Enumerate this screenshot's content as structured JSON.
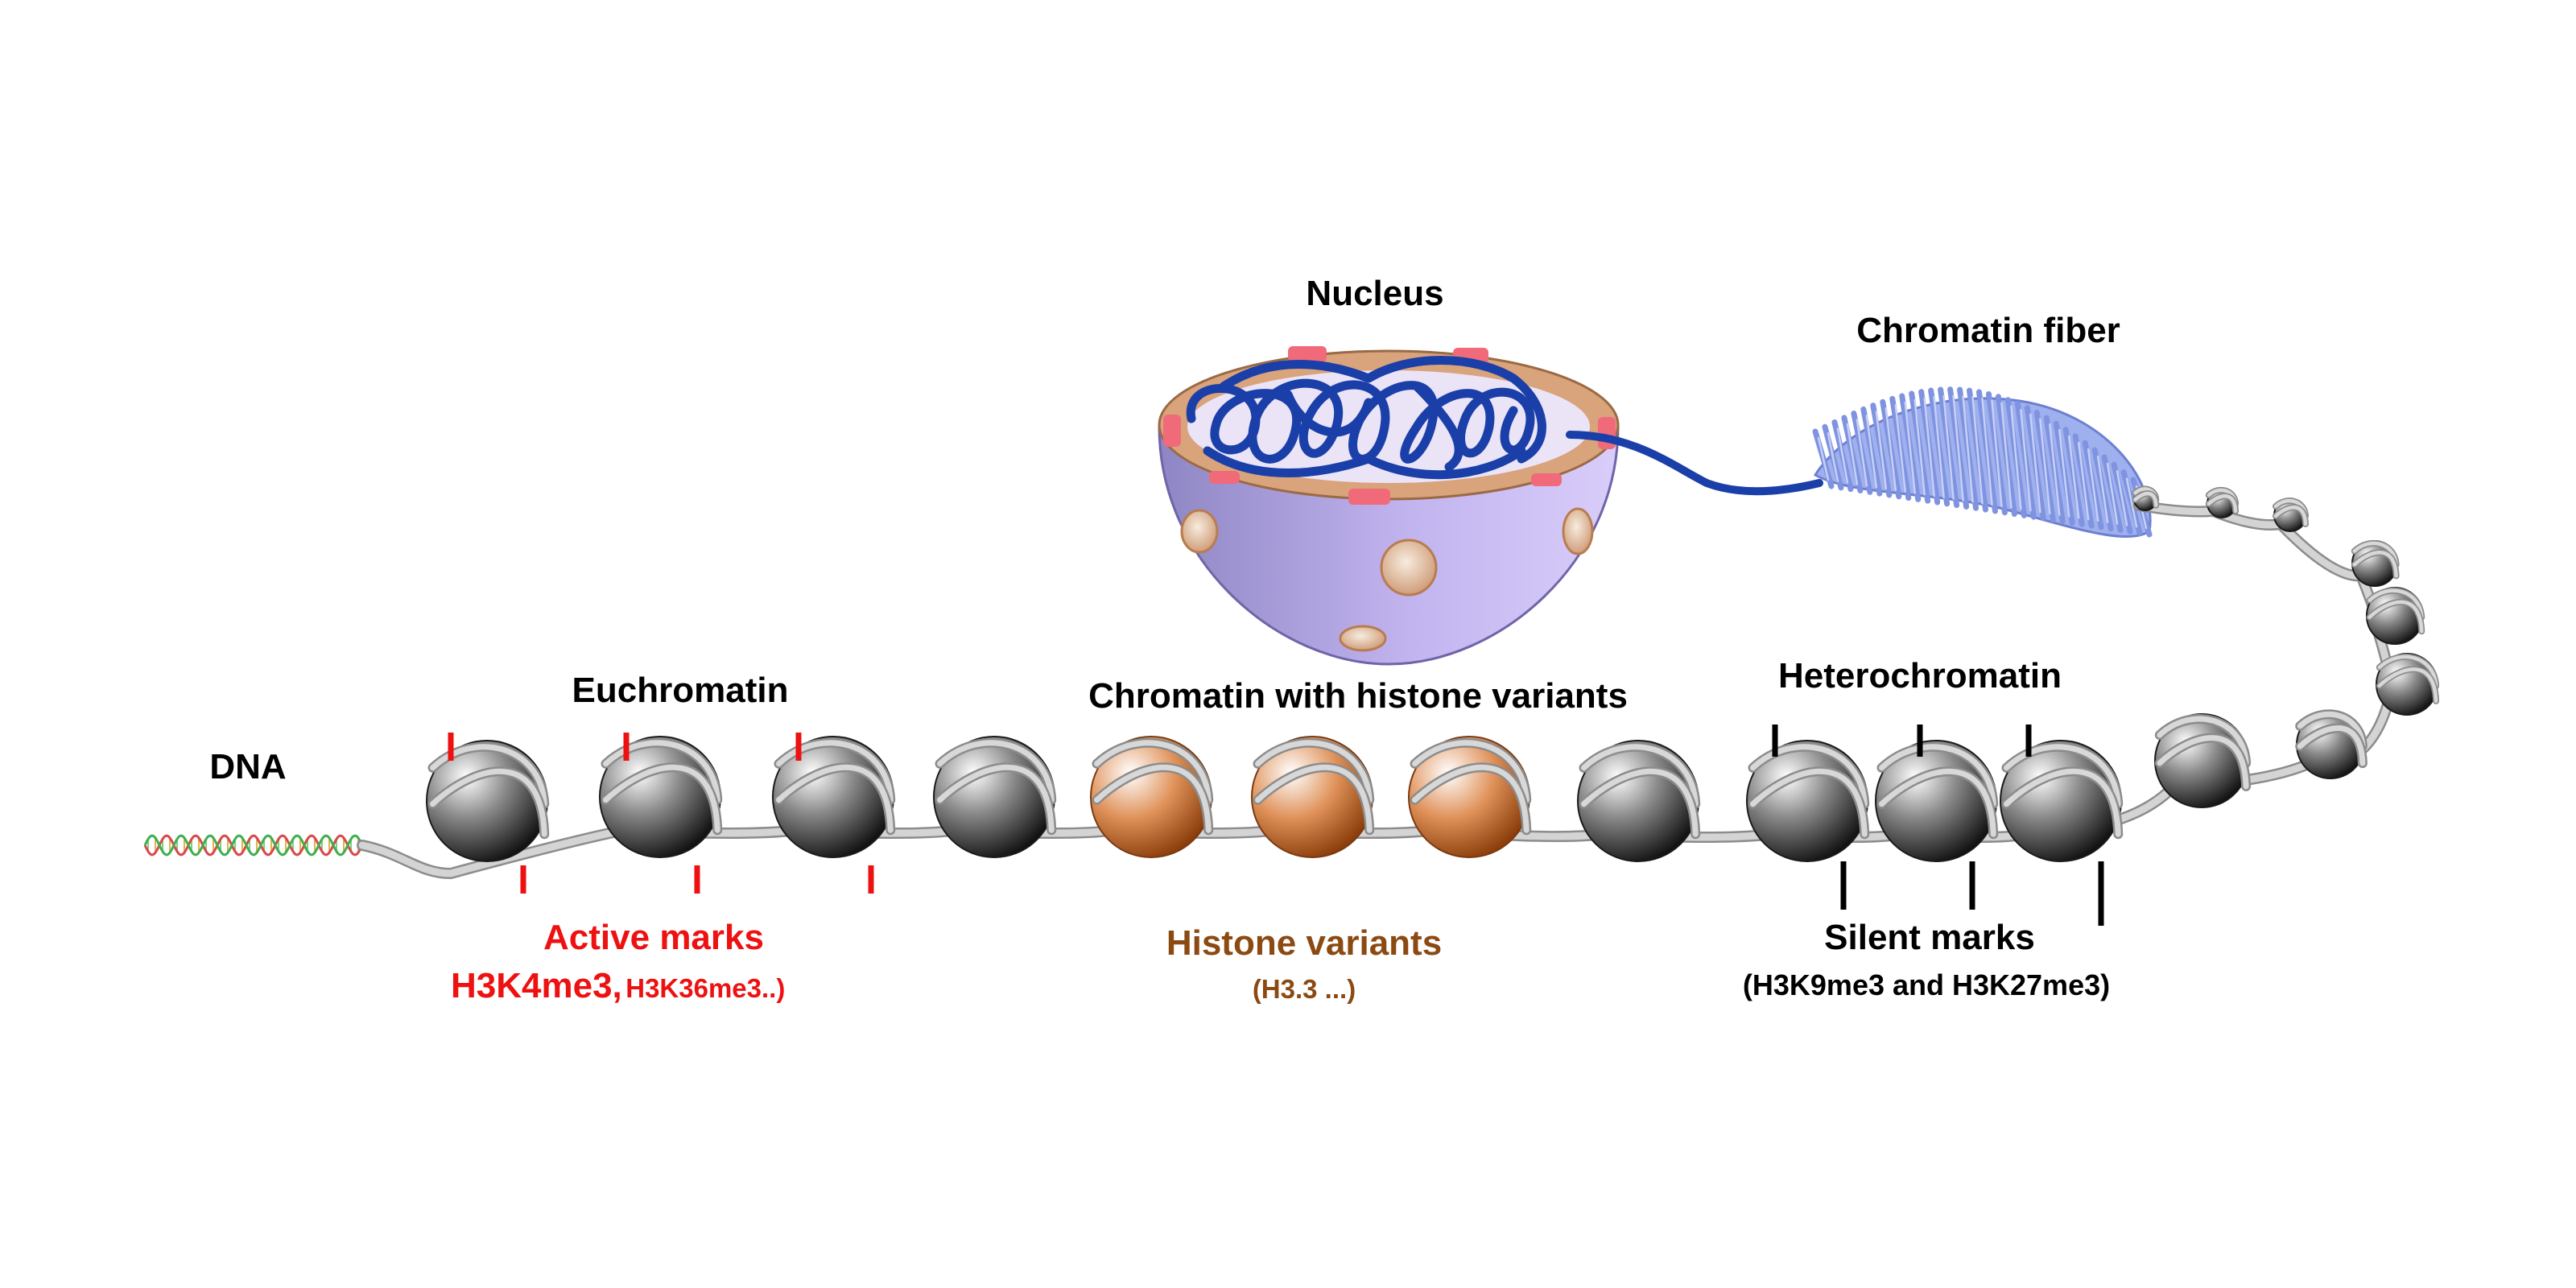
{
  "labels": {
    "dna": "DNA",
    "euchromatin": "Euchromatin",
    "nucleus": "Nucleus",
    "chromatin_fiber": "Chromatin fiber",
    "chromatin_variants": "Chromatin with histone variants",
    "heterochromatin": "Heterochromatin",
    "active_marks_title": "Active marks",
    "active_marks_main": "H3K4me3,",
    "active_marks_more": "H3K36me3..)",
    "histone_variants_title": "Histone variants",
    "histone_variants_sub": "(H3.3 ...)",
    "silent_marks_title": "Silent marks",
    "silent_marks_sub": "(H3K9me3 and H3K27me3)"
  },
  "colors": {
    "active": "#ee1111",
    "variant": "#8b4a12",
    "silent": "#000000",
    "nucleosome": "#3a3a3a",
    "variant_nucleosome": "#c8672a",
    "dna_strand": "#bdbdbd",
    "chromatin_nucleus": "#1a3fa8",
    "nucleus_shell": "#b6a6e8",
    "nuclear_pore": "#f06a7a",
    "envelope": "#d9a37c",
    "fiber": "#8ea2ea"
  },
  "nucleosome_types": [
    "active",
    "active",
    "active",
    "plain",
    "variant",
    "variant",
    "variant",
    "plain",
    "silent",
    "silent",
    "silent",
    "plain",
    "plain",
    "plain",
    "plain",
    "plain",
    "plain",
    "plain"
  ]
}
